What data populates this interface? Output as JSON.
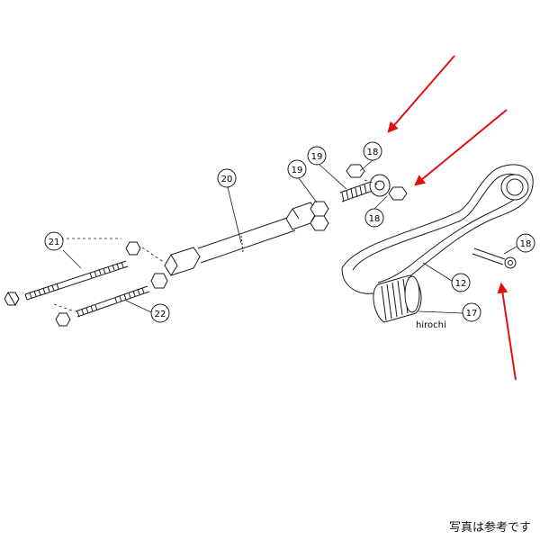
{
  "diagram": {
    "brand_text": "hirochi",
    "caption": "写真は参考です",
    "part_numbers": {
      "p21": "21",
      "p22": "22",
      "p20": "20",
      "p19a": "19",
      "p19b": "19",
      "p18a": "18",
      "p18b": "18",
      "p18c": "18",
      "p12": "12",
      "p17": "17"
    },
    "colors": {
      "line": "#1a1a1a",
      "arrow": "#e01010"
    }
  }
}
